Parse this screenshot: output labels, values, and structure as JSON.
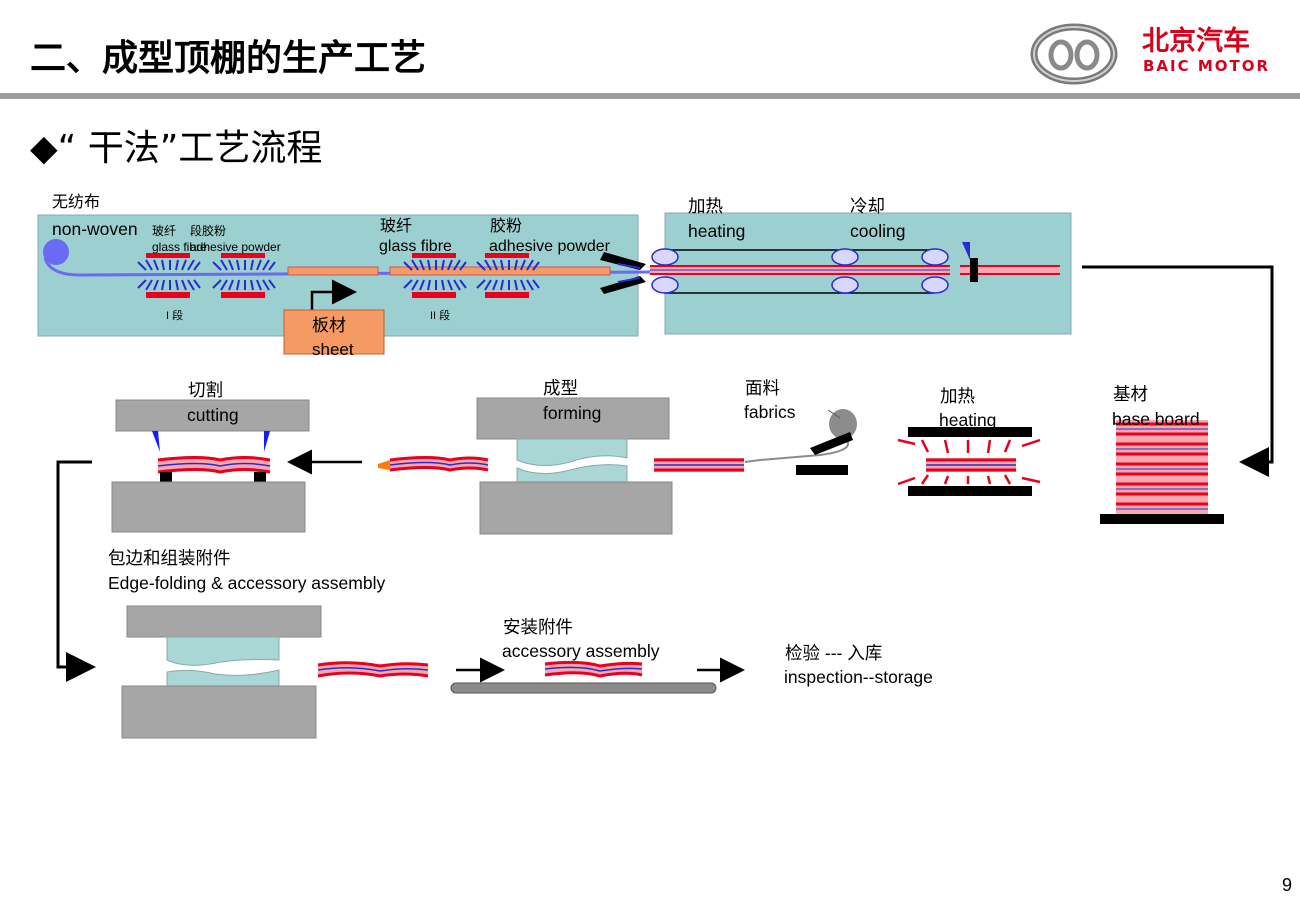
{
  "header": {
    "title": "二、成型顶棚的生产工艺",
    "page_number": "9"
  },
  "logo": {
    "name_cn": "北京汽车",
    "name_en": "BAIC MOTOR",
    "brand_color": "#d9001b"
  },
  "section": {
    "heading": "◆“ 干法”工艺流程"
  },
  "stages": {
    "nonwoven": {
      "cn": "无纺布",
      "en": "non-woven"
    },
    "stage1_glass": {
      "cn": "玻纤",
      "en": "glass fibre"
    },
    "stage1_adhesive": {
      "cn": "段胶粉",
      "en": "adhesive powder"
    },
    "stage1_label": "I 段",
    "sheet": {
      "cn": "板材",
      "en": "sheet"
    },
    "stage2_glass": {
      "cn": "玻纤",
      "en": "glass fibre"
    },
    "stage2_adhesive": {
      "cn": "胶粉",
      "en": "adhesive powder"
    },
    "stage2_label": "II 段",
    "heating1": {
      "cn": "加热",
      "en": "heating"
    },
    "cooling": {
      "cn": "冷却",
      "en": "cooling"
    },
    "cutting": {
      "cn": "切割",
      "en": "cutting"
    },
    "forming": {
      "cn": "成型",
      "en": "forming"
    },
    "fabrics": {
      "cn": "面料",
      "en": "fabrics"
    },
    "heating2": {
      "cn": "加热",
      "en": "heating"
    },
    "base_board": {
      "cn": "基材",
      "en": "base board"
    },
    "edge_folding": {
      "cn": "包边和组装附件",
      "en": "Edge-folding  & accessory assembly"
    },
    "accessory": {
      "cn": "安装附件",
      "en": "accessory assembly"
    },
    "inspection": {
      "cn": "检验 --- 入库",
      "en": "inspection--storage"
    }
  },
  "colors": {
    "line_bg": "#9ccfcf",
    "press_grey": "#a6a6a6",
    "sheet_orange": "#f59a62",
    "layer_red": "#e8001c",
    "layer_blue": "#2a2ad4",
    "layer_pink": "#f6a8b0",
    "nonwoven_blue": "#6a6af2"
  }
}
